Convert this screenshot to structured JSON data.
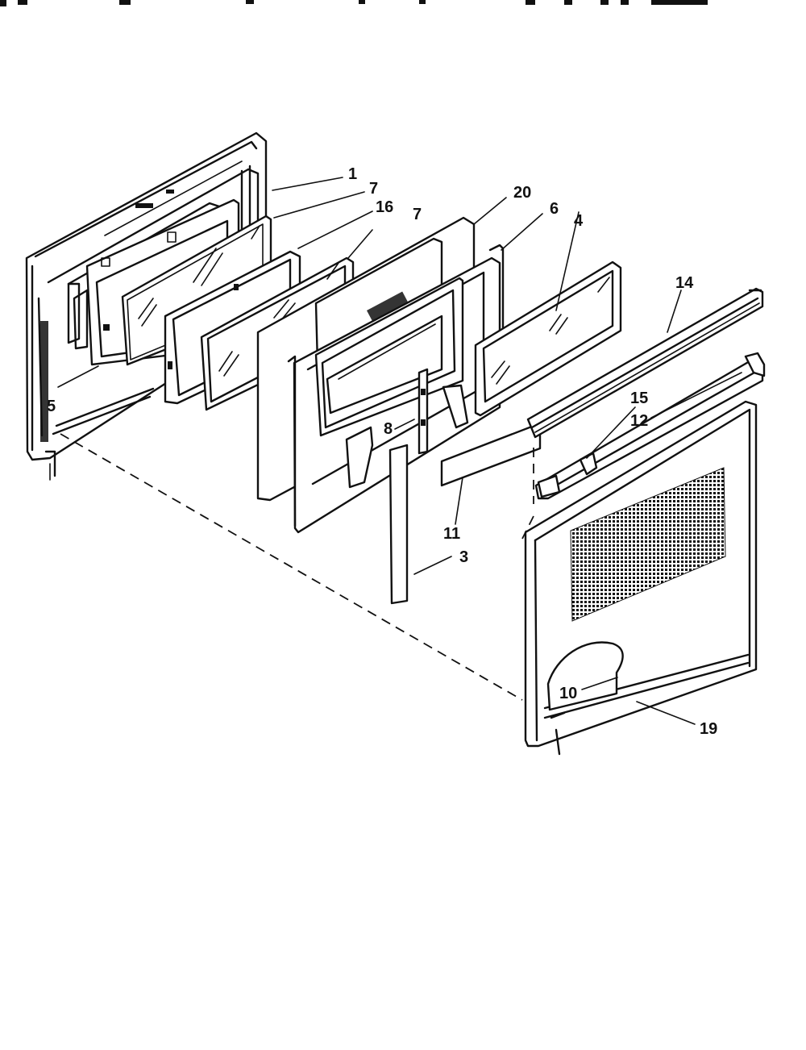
{
  "callouts": [
    {
      "id": "c1",
      "text": "1"
    },
    {
      "id": "c7a",
      "text": "7"
    },
    {
      "id": "c16",
      "text": "16"
    },
    {
      "id": "c7b",
      "text": "7"
    },
    {
      "id": "c20",
      "text": "20"
    },
    {
      "id": "c6",
      "text": "6"
    },
    {
      "id": "c4",
      "text": "4"
    },
    {
      "id": "c14",
      "text": "14"
    },
    {
      "id": "c15",
      "text": "15"
    },
    {
      "id": "c12",
      "text": "12"
    },
    {
      "id": "c5",
      "text": "5"
    },
    {
      "id": "c8",
      "text": "8"
    },
    {
      "id": "c11",
      "text": "11"
    },
    {
      "id": "c3",
      "text": "3"
    },
    {
      "id": "c10",
      "text": "10"
    },
    {
      "id": "c19",
      "text": "19"
    }
  ]
}
